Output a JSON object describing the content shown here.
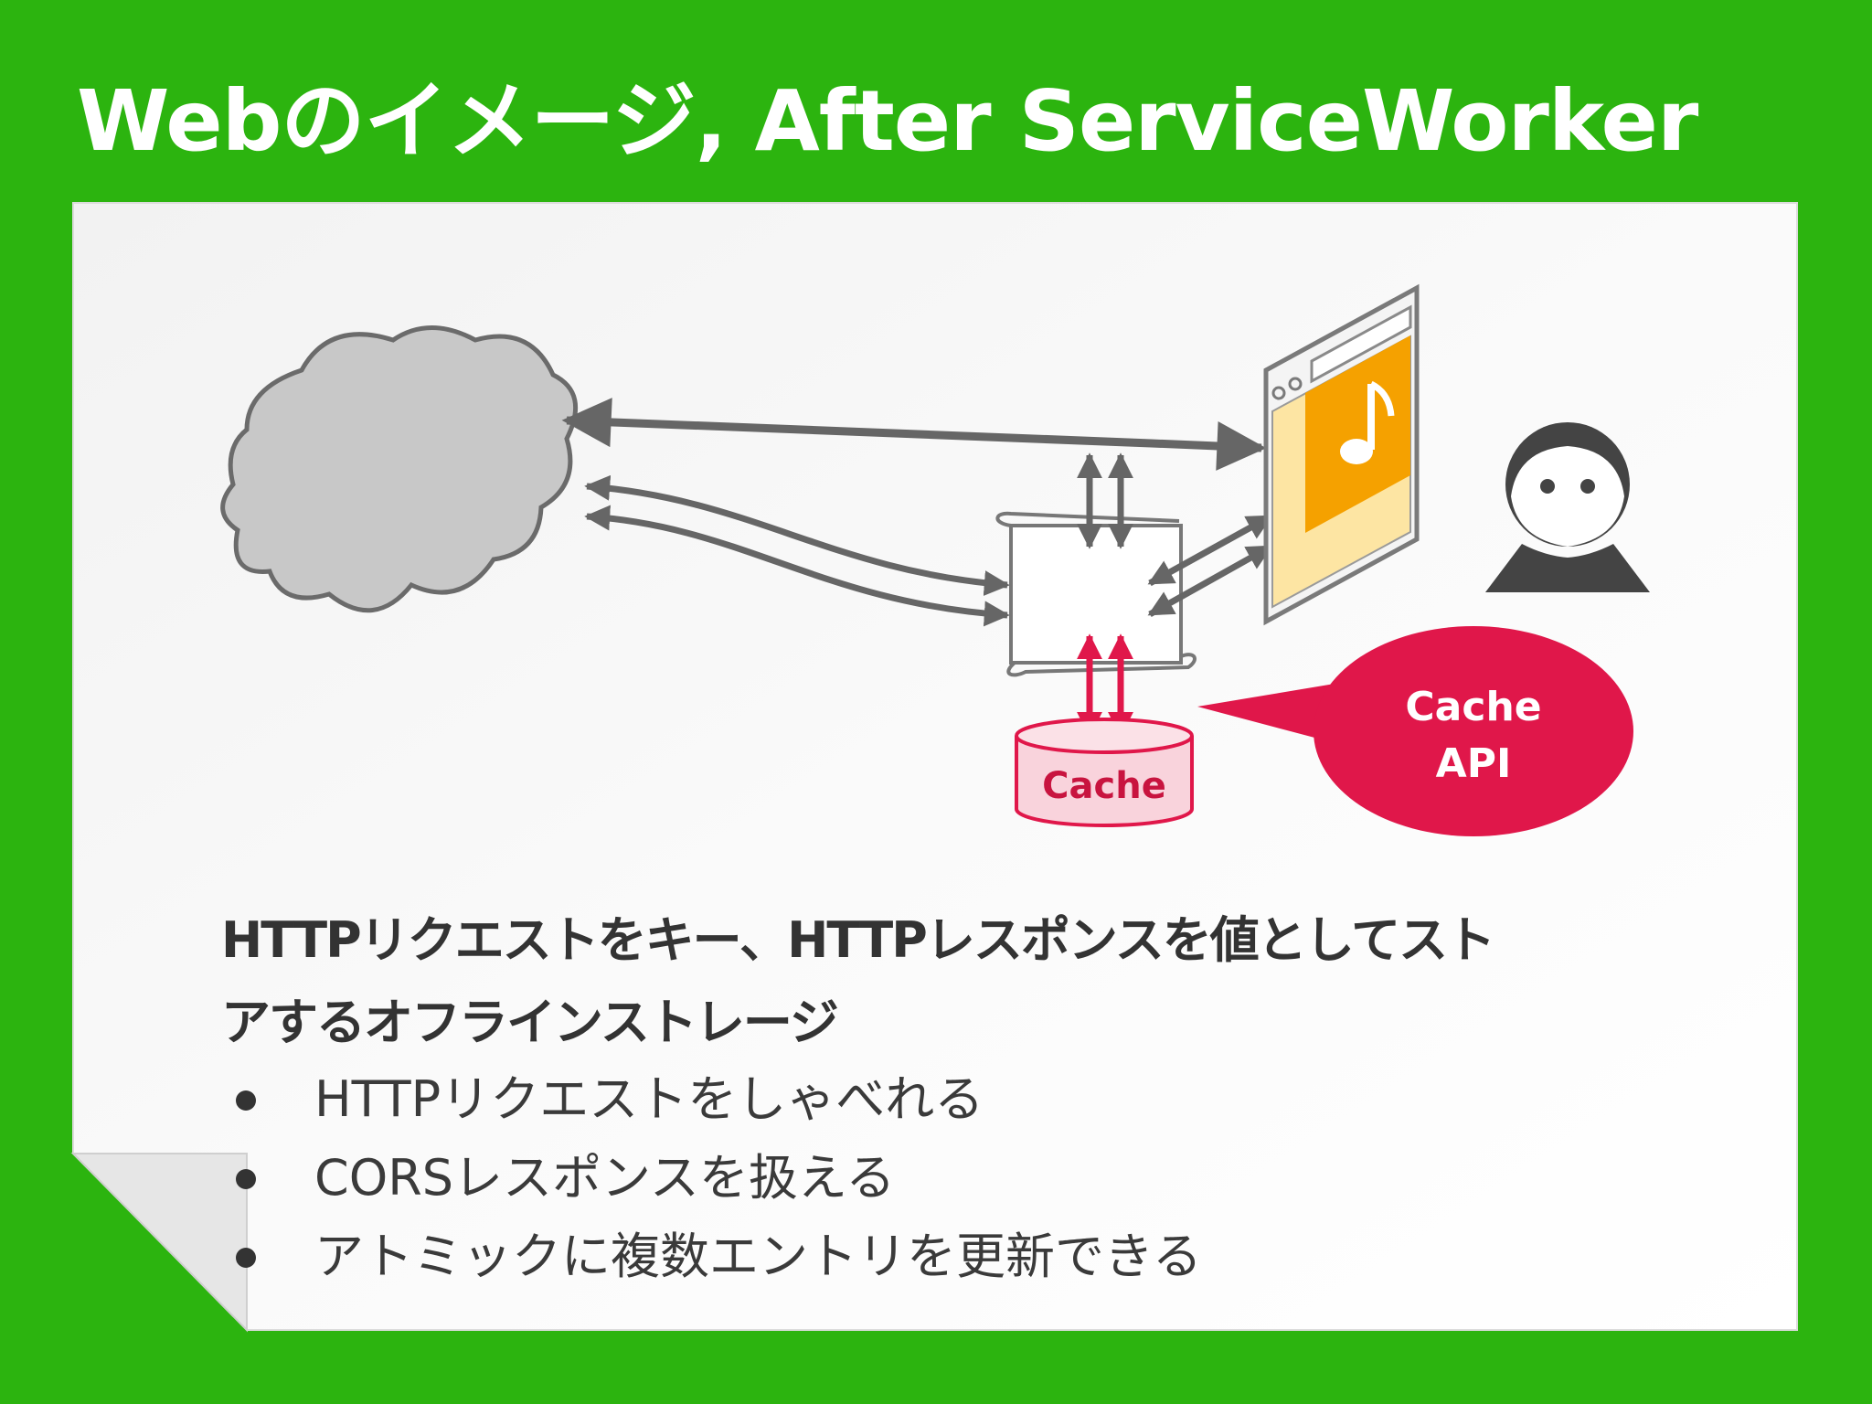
{
  "title": "Webのイメージ, After ServiceWorker",
  "diagram": {
    "cache_label": "Cache",
    "callout_line1": "Cache",
    "callout_line2": "API"
  },
  "description": {
    "line1": "HTTPリクエストをキー、HTTPレスポンスを値としてスト",
    "line2": "アするオフラインストレージ",
    "bullets": [
      "HTTPリクエストをしゃべれる",
      "CORSレスポンスを扱える",
      "アトミックに複数エントリを更新できる"
    ]
  },
  "colors": {
    "background": "#2cb40f",
    "accent_red": "#e0174a",
    "arrow_gray": "#666666",
    "music_orange": "#f5a100"
  }
}
